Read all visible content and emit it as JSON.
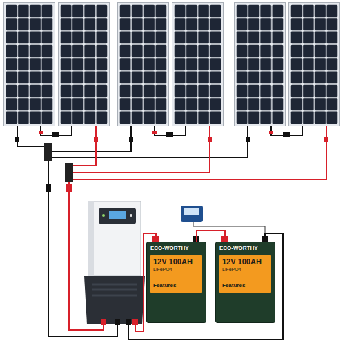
{
  "diagram": {
    "nodes": [
      {
        "text": [
          "ECO-WORTHY",
          "12V 100AH",
          "LiFePO4",
          "Features"
        ]
      },
      {
        "text": [
          "ECO-WORTHY",
          "12V 100AH",
          "LiFePO4",
          "Features"
        ]
      }
    ],
    "edges": [
      {
        "from": 0,
        "to": 1,
        "arrow": "none"
      }
    ]
  }
}
